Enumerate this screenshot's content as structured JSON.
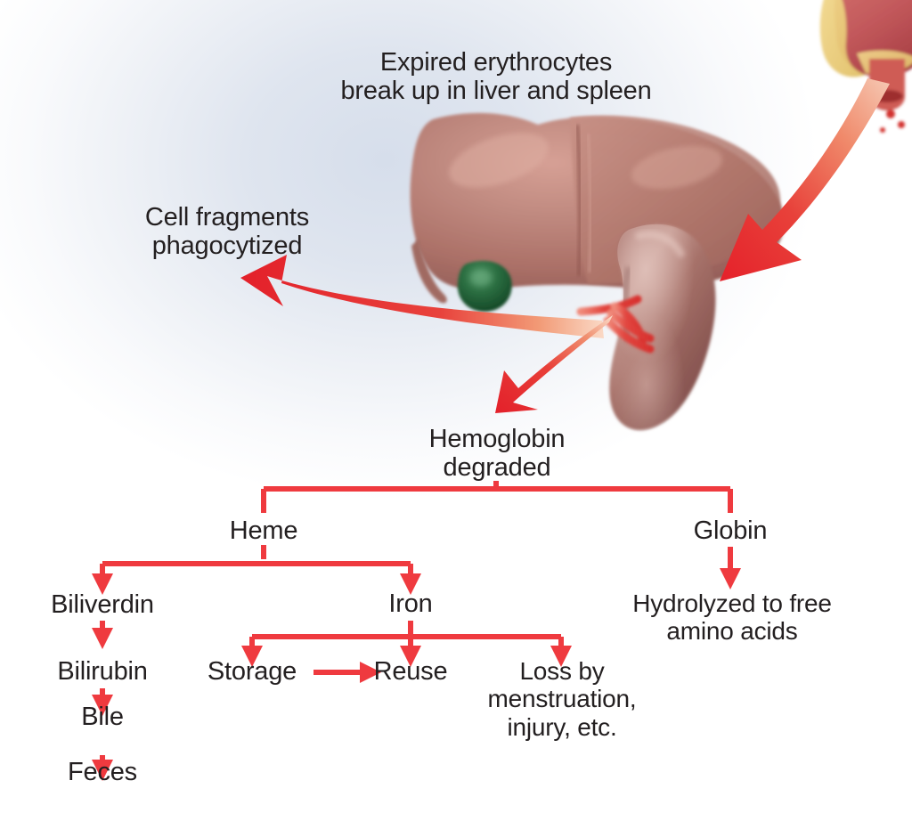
{
  "diagram": {
    "title_caption": "Expired erythrocytes\nbreak up in liver and spleen",
    "side_caption": "Cell fragments\nphagocytized",
    "colors": {
      "arrow_red": "#e8232a",
      "connector_red": "#ef3a3f",
      "text": "#231f20",
      "liver": "#b87a71",
      "spleen": "#9e6b66",
      "gallbladder": "#1f5c34",
      "background_glow": "#dde4ee"
    },
    "organs": [
      {
        "name": "liver",
        "label": "liver"
      },
      {
        "name": "gallbladder",
        "label": "gallbladder"
      },
      {
        "name": "spleen",
        "label": "spleen"
      },
      {
        "name": "bone-marrow-vessel",
        "label": "bone marrow with vessel"
      }
    ],
    "nodes": {
      "hemoglobin": "Hemoglobin\ndegraded",
      "heme": "Heme",
      "globin": "Globin",
      "biliverdin": "Biliverdin",
      "bilirubin": "Bilirubin",
      "bile": "Bile",
      "feces": "Feces",
      "iron": "Iron",
      "storage": "Storage",
      "reuse": "Reuse",
      "loss": "Loss by\nmenstruation,\ninjury, etc.",
      "amino_acids": "Hydrolyzed to free\namino acids"
    },
    "flow_edges": [
      {
        "from": "hemoglobin",
        "to": "heme"
      },
      {
        "from": "hemoglobin",
        "to": "globin"
      },
      {
        "from": "heme",
        "to": "biliverdin"
      },
      {
        "from": "heme",
        "to": "iron"
      },
      {
        "from": "biliverdin",
        "to": "bilirubin"
      },
      {
        "from": "bilirubin",
        "to": "bile"
      },
      {
        "from": "bile",
        "to": "feces"
      },
      {
        "from": "iron",
        "to": "storage"
      },
      {
        "from": "iron",
        "to": "reuse"
      },
      {
        "from": "iron",
        "to": "loss"
      },
      {
        "from": "storage",
        "to": "reuse"
      },
      {
        "from": "globin",
        "to": "amino_acids"
      },
      {
        "from": "bone-marrow-vessel",
        "to": "spleen"
      },
      {
        "from": "spleen",
        "to": "side_caption"
      },
      {
        "from": "spleen",
        "to": "hemoglobin"
      }
    ]
  }
}
